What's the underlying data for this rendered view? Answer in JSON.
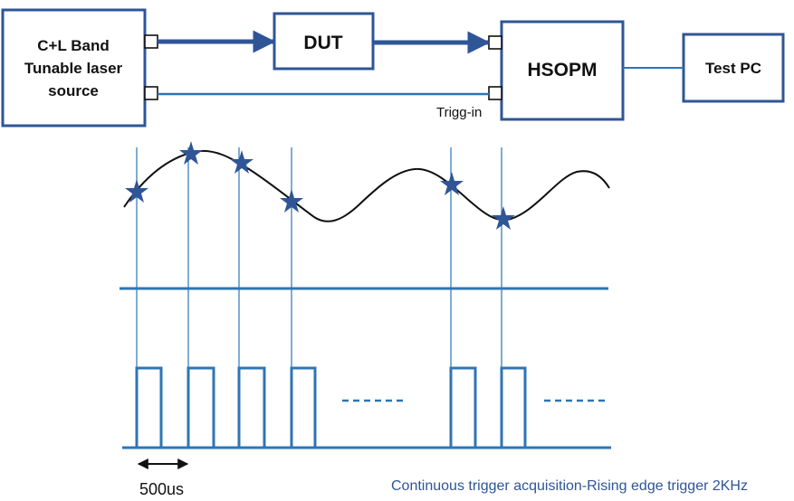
{
  "blocks": {
    "laser": {
      "line1": "C+L Band",
      "line2": "Tunable laser",
      "line3": "source"
    },
    "dut": "DUT",
    "hsopm": "HSOPM",
    "test_pc": "Test PC"
  },
  "labels": {
    "trigg_in": "Trigg-in",
    "interval": "500us",
    "caption": "Continuous trigger acquisition-Rising edge trigger 2KHz"
  },
  "colors": {
    "blue": "#2e75b6",
    "dark_blue": "#2f5597",
    "box_border": "#2f5597",
    "text": "#111111",
    "curve": "#111111"
  }
}
